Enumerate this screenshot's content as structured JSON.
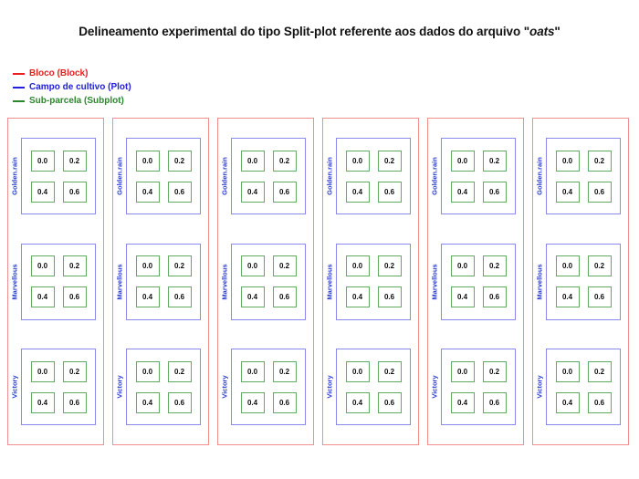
{
  "title": {
    "text_before": "Delineamento experimental do tipo Split-plot referente aos dados do arquivo \"",
    "emphasized": "oats",
    "text_after": "\""
  },
  "legend": {
    "items": [
      {
        "label": "Bloco (Block)",
        "color": "#e62020"
      },
      {
        "label": "Campo de cultivo (Plot)",
        "color": "#2020dd"
      },
      {
        "label": "Sub-parcela (Subplot)",
        "color": "#2d862d"
      }
    ]
  },
  "diagram": {
    "num_blocks": 6,
    "plot_labels": [
      "Golden.rain",
      "Marvellous",
      "Victory"
    ],
    "subplot_values": [
      "0.0",
      "0.2",
      "0.4",
      "0.6"
    ],
    "colors": {
      "block_border": "#f08f8f",
      "plot_border": "#8a8aec",
      "plot_label_text": "#2538d4",
      "subplot_border": "#62aa62",
      "subplot_value_text": "#111111"
    }
  }
}
